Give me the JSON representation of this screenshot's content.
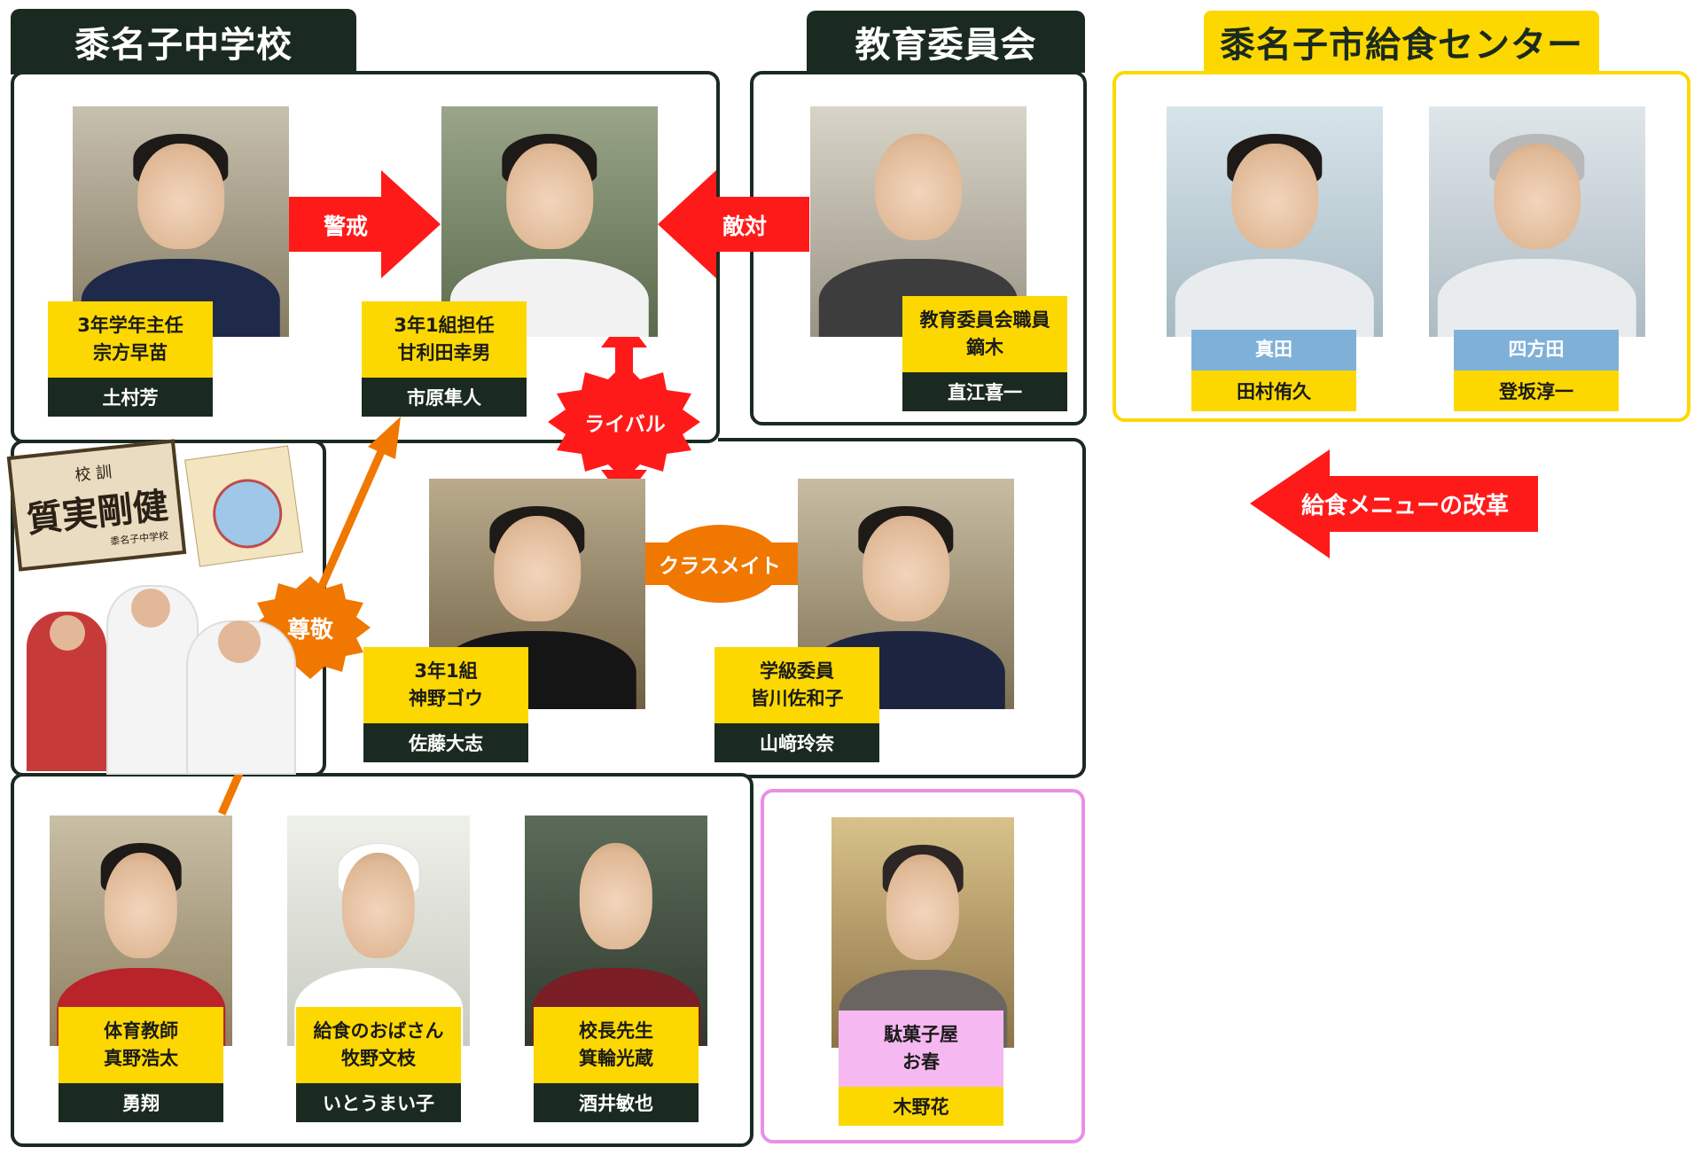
{
  "groups": {
    "school": "黍名子中学校",
    "board": "教育委員会",
    "center": "黍名子市給食センター"
  },
  "people": {
    "munakata": {
      "role": "3年学年主任\n宗方早苗",
      "actor": "土村芳"
    },
    "amarita": {
      "role": "3年1組担任\n甘利田幸男",
      "actor": "市原隼人"
    },
    "kaburagi": {
      "role": "教育委員会職員\n鏑木",
      "actor": "直江喜一"
    },
    "sanada": {
      "role": "真田",
      "actor": "田村侑久"
    },
    "yomoda": {
      "role": "四方田",
      "actor": "登坂淳一"
    },
    "kamino": {
      "role": "3年1組\n神野ゴウ",
      "actor": "佐藤大志"
    },
    "minagawa": {
      "role": "学級委員\n皆川佐和子",
      "actor": "山﨑玲奈"
    },
    "mano": {
      "role": "体育教師\n真野浩太",
      "actor": "勇翔"
    },
    "makino": {
      "role": "給食のおばさん\n牧野文枝",
      "actor": "いとうまい子"
    },
    "minowa": {
      "role": "校長先生\n箕輪光蔵",
      "actor": "酒井敏也"
    },
    "oharu": {
      "role": "駄菓子屋\nお春",
      "actor": "木野花"
    }
  },
  "relations": {
    "keikai": "警戒",
    "tekitai": "敵対",
    "rival": "ライバル",
    "classmate": "クラスメイト",
    "sonkei": "尊敬",
    "kyushoku": "給食メニューの改革"
  },
  "school_motto": {
    "label": "校 訓",
    "motto": "質実剛健",
    "school": "黍名子中学校"
  },
  "colors": {
    "dark": "#1b2a20",
    "yellow": "#fcd800",
    "red": "#ff1a1a",
    "orange": "#f07800",
    "blue": "#7fb1d8",
    "pink": "#e88fe8"
  }
}
